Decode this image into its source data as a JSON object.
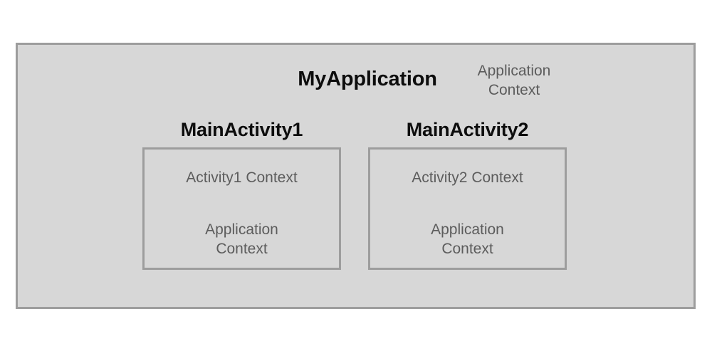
{
  "diagram": {
    "application": {
      "title": "MyApplication",
      "context_label": "Application\nContext",
      "context_label_line1": "Application",
      "context_label_line2": "Context"
    },
    "activities": [
      {
        "title": "MainActivity1",
        "activity_context": "Activity1 Context",
        "application_context_line1": "Application",
        "application_context_line2": "Context"
      },
      {
        "title": "MainActivity2",
        "activity_context": "Activity2 Context",
        "application_context_line1": "Application",
        "application_context_line2": "Context"
      }
    ],
    "colors": {
      "page_background": "#ffffff",
      "panel_fill": "#d7d7d7",
      "border": "#9d9d9d",
      "title_text": "#0d0d0d",
      "body_text": "#5c5c5c"
    }
  }
}
